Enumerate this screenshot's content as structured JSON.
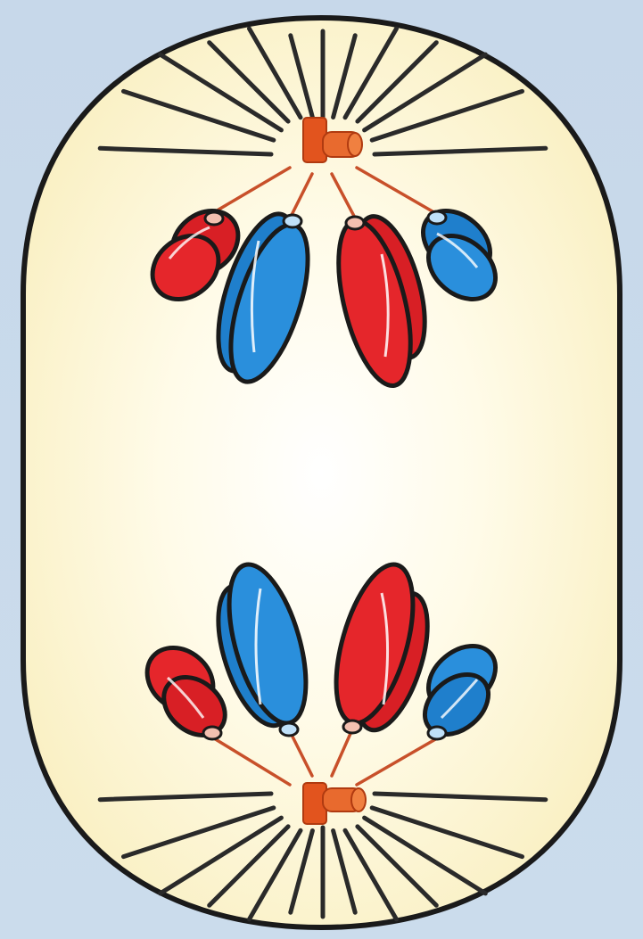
{
  "diagram": {
    "subject": "cell-division-anaphase",
    "labels": [],
    "colors": {
      "background": "#c9d9ea",
      "cell_fill_center": "#ffffff",
      "cell_fill_edge": "#fbf2c6",
      "outline": "#1a1a1a",
      "spindle_fiber": "#2a2a2a",
      "kinetochore_fiber": "#c8502a",
      "centrosome": "#e2541e",
      "chromosome_red": "#e5262b",
      "chromosome_blue": "#2a8fdc",
      "highlight": "#ffffff"
    },
    "chromosomes": {
      "upper": [
        "red-small",
        "blue-large",
        "red-large",
        "blue-small"
      ],
      "lower": [
        "red-small",
        "blue-large",
        "red-large",
        "blue-small"
      ]
    }
  }
}
